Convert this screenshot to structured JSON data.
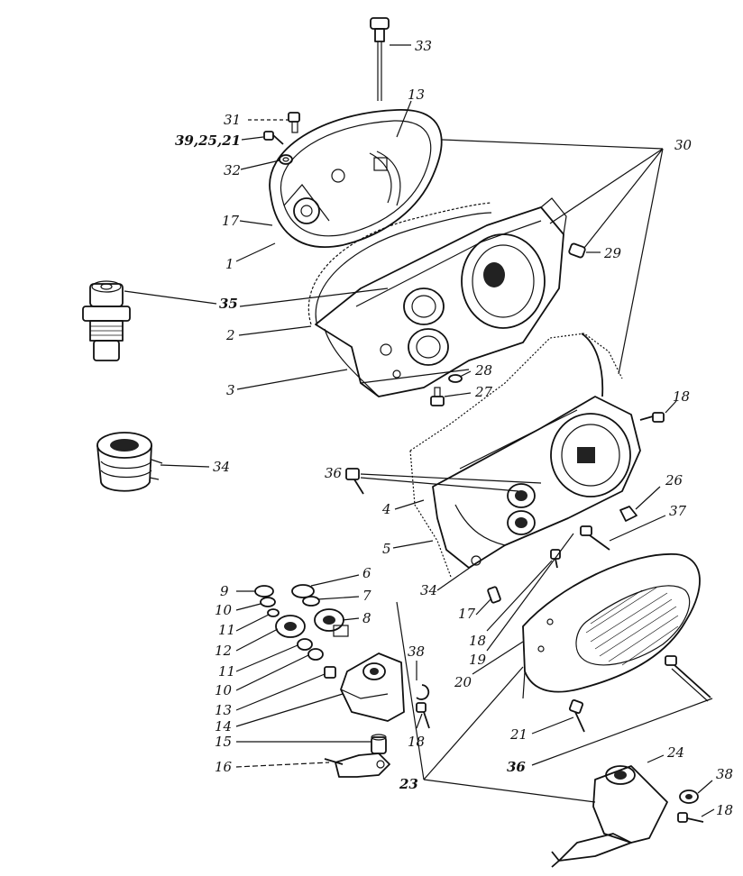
{
  "diagram": {
    "labels": [
      {
        "id": "l33",
        "text": "33"
      },
      {
        "id": "l13a",
        "text": "13"
      },
      {
        "id": "l31",
        "text": "31"
      },
      {
        "id": "l39",
        "text": "39,25,21"
      },
      {
        "id": "l32",
        "text": "32"
      },
      {
        "id": "l30",
        "text": "30"
      },
      {
        "id": "l17a",
        "text": "17"
      },
      {
        "id": "l1",
        "text": "1"
      },
      {
        "id": "l29",
        "text": "29"
      },
      {
        "id": "l35",
        "text": "35"
      },
      {
        "id": "l2",
        "text": "2"
      },
      {
        "id": "l3",
        "text": "3"
      },
      {
        "id": "l28",
        "text": "28"
      },
      {
        "id": "l27",
        "text": "27"
      },
      {
        "id": "l18a",
        "text": "18"
      },
      {
        "id": "l34a",
        "text": "34"
      },
      {
        "id": "l36a",
        "text": "36"
      },
      {
        "id": "l26",
        "text": "26"
      },
      {
        "id": "l4",
        "text": "4"
      },
      {
        "id": "l37",
        "text": "37"
      },
      {
        "id": "l5",
        "text": "5"
      },
      {
        "id": "l6",
        "text": "6"
      },
      {
        "id": "l9",
        "text": "9"
      },
      {
        "id": "l7",
        "text": "7"
      },
      {
        "id": "l34b",
        "text": "34"
      },
      {
        "id": "l10a",
        "text": "10"
      },
      {
        "id": "l8",
        "text": "8"
      },
      {
        "id": "l17b",
        "text": "17"
      },
      {
        "id": "l11a",
        "text": "11"
      },
      {
        "id": "l18b",
        "text": "18"
      },
      {
        "id": "l12",
        "text": "12"
      },
      {
        "id": "l19",
        "text": "19"
      },
      {
        "id": "l11b",
        "text": "11"
      },
      {
        "id": "l38a",
        "text": "38"
      },
      {
        "id": "l20",
        "text": "20"
      },
      {
        "id": "l10b",
        "text": "10"
      },
      {
        "id": "l13b",
        "text": "13"
      },
      {
        "id": "l14",
        "text": "14"
      },
      {
        "id": "l18c",
        "text": "18"
      },
      {
        "id": "l21",
        "text": "21"
      },
      {
        "id": "l15",
        "text": "15"
      },
      {
        "id": "l24",
        "text": "24"
      },
      {
        "id": "l36b",
        "text": "36"
      },
      {
        "id": "l16",
        "text": "16"
      },
      {
        "id": "l38b",
        "text": "38"
      },
      {
        "id": "l23",
        "text": "23"
      },
      {
        "id": "l18d",
        "text": "18"
      }
    ]
  }
}
